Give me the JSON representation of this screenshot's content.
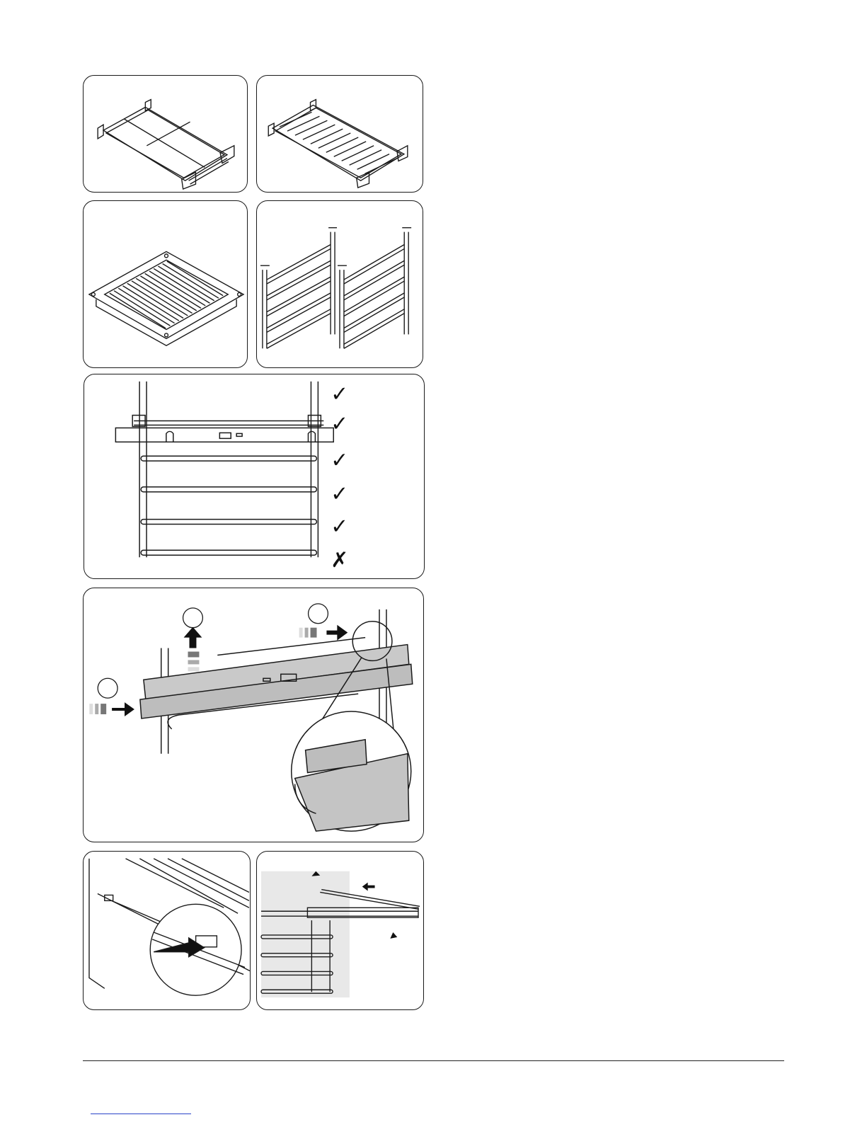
{
  "figures": [
    {
      "id": "p1",
      "icon": "telescopic-shelf-icon"
    },
    {
      "id": "p2",
      "icon": "wire-shelf-icon"
    },
    {
      "id": "p3",
      "icon": "grill-pan-icon"
    },
    {
      "id": "p4",
      "icon": "side-racks-icon"
    },
    {
      "id": "p5",
      "icon": "runner-levels-icon",
      "levels": [
        {
          "mark": "✓"
        },
        {
          "mark": "✓"
        },
        {
          "mark": "✓"
        },
        {
          "mark": "✓"
        },
        {
          "mark": "✓"
        },
        {
          "mark": "✗"
        }
      ]
    },
    {
      "id": "p6",
      "icon": "runner-fitting-icon",
      "step_badges": 3
    },
    {
      "id": "p7",
      "icon": "shelf-insert-icon"
    },
    {
      "id": "p8",
      "icon": "shelf-tilt-icon"
    }
  ],
  "colors": {
    "line": "#1a1a1a",
    "gray": "#bfbfbf",
    "dark_gray": "#777777",
    "link": "#2a44c8"
  }
}
